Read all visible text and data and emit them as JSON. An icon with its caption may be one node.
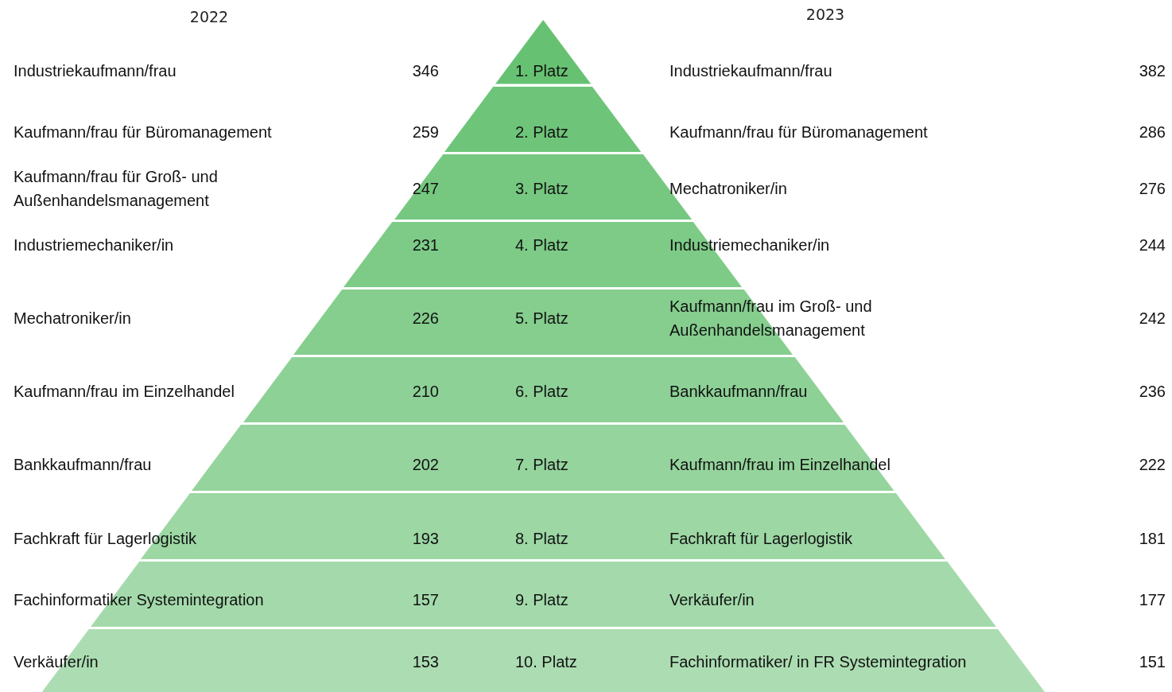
{
  "diagram": {
    "nodes": [
      {
        "text": [
          "1. Platz"
        ]
      },
      {
        "text": [
          "2. Platz"
        ]
      },
      {
        "text": [
          "3. Platz"
        ]
      },
      {
        "text": [
          "4. Platz"
        ]
      },
      {
        "text": [
          "5. Platz"
        ]
      },
      {
        "text": [
          "6. Platz"
        ]
      },
      {
        "text": [
          "7. Platz"
        ]
      },
      {
        "text": [
          "8. Platz"
        ]
      },
      {
        "text": [
          "9. Platz"
        ]
      },
      {
        "text": [
          "10. Platz"
        ]
      }
    ],
    "labels": [
      "2022",
      "2023",
      "Industriekaufmann/frau",
      "346",
      "Industriekaufmann/frau",
      "382",
      "Kaufmann/frau für Büromanagement",
      "259",
      "Kaufmann/frau für Büromanagement",
      "286",
      "Kaufmann/frau für Groß- und Außenhandelsmanagement",
      "247",
      "Mechatroniker/in",
      "276",
      "Industriemechaniker/in",
      "231",
      "Industriemechaniker/in",
      "244",
      "Mechatroniker/in",
      "226",
      "Kaufmann/frau im Groß- und Außenhandelsmanagement",
      "242",
      "Kaufmann/frau im Einzelhandel",
      "210",
      "Bankkaufmann/frau",
      "236",
      "Bankkaufmann/frau",
      "202",
      "Kaufmann/frau im Einzelhandel",
      "222",
      "Fachkraft für Lagerlogistik",
      "193",
      "Fachkraft für Lagerlogistik",
      "181",
      "Fachinformatiker Systemintegration",
      "157",
      "Verkäufer/in",
      "177",
      "Verkäufer/in",
      "153",
      "Fachinformatiker/ in FR Systemintegration",
      "151"
    ]
  }
}
